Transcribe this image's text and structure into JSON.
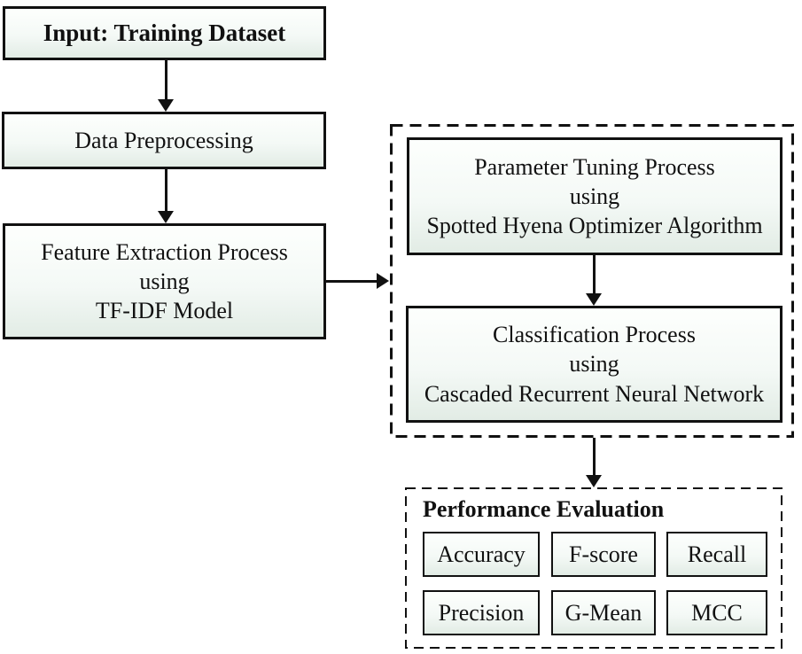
{
  "colors": {
    "background": "#ffffff",
    "box_fill_top": "#fdfffd",
    "box_fill_bottom": "#e2ece5",
    "line": "#111111"
  },
  "nodes": {
    "input": {
      "label": "Input: Training Dataset"
    },
    "preprocessing": {
      "label": "Data Preprocessing"
    },
    "feature": {
      "lines": [
        "Feature Extraction Process",
        "using",
        "TF-IDF Model"
      ]
    },
    "parameter": {
      "lines": [
        "Parameter Tuning Process",
        "using",
        "Spotted Hyena Optimizer Algorithm"
      ]
    },
    "classification": {
      "lines": [
        "Classification Process",
        "using",
        "Cascaded Recurrent Neural Network"
      ]
    },
    "performance": {
      "title": "Performance Evaluation",
      "metrics": [
        "Accuracy",
        "F-score",
        "Recall",
        "Precision",
        "G-Mean",
        "MCC"
      ]
    }
  }
}
